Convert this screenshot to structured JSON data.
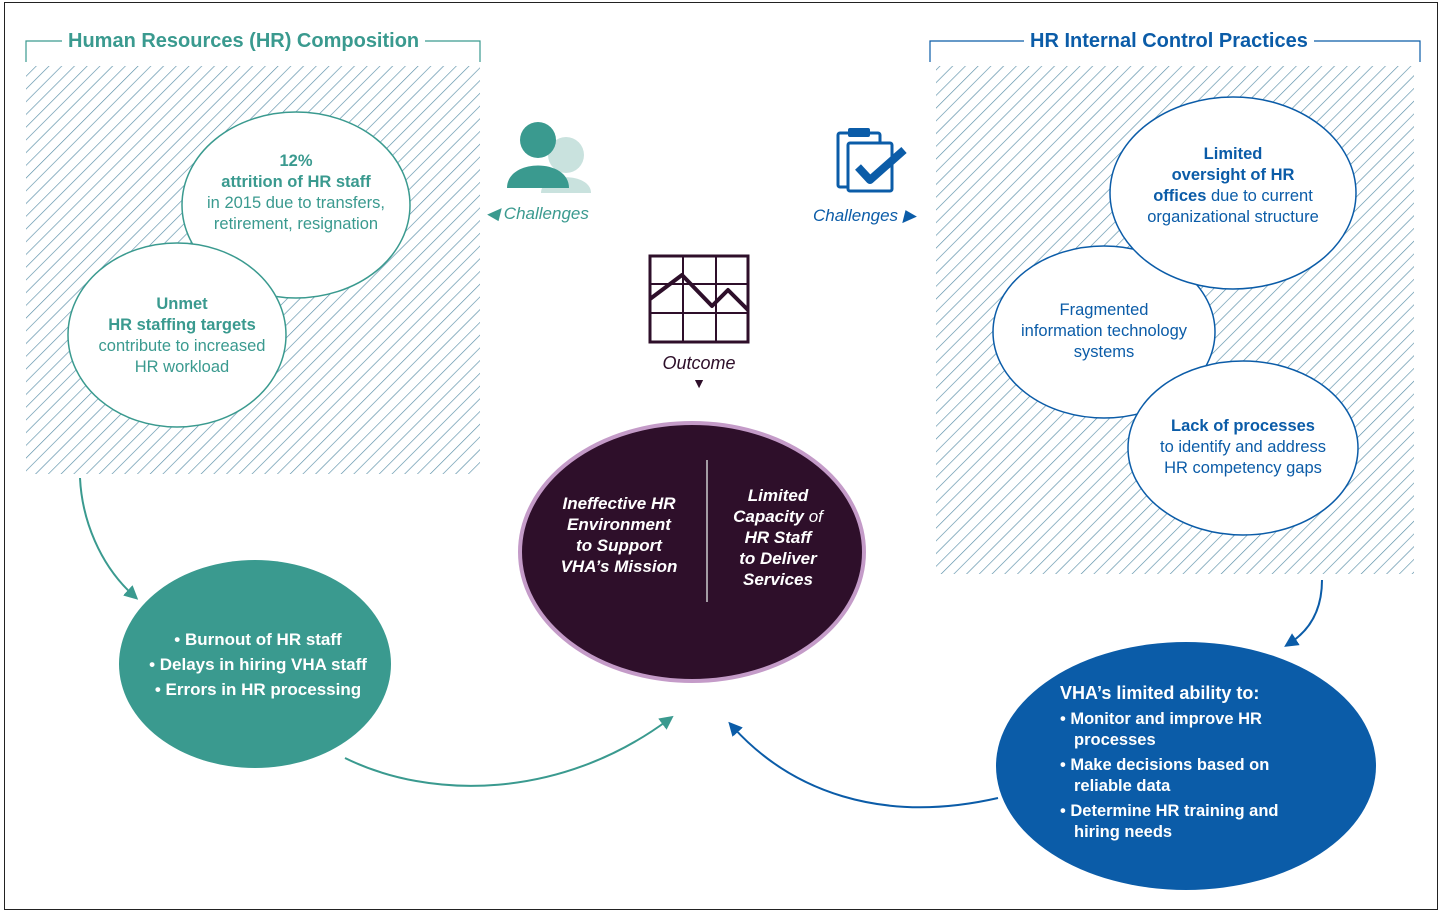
{
  "colors": {
    "teal": "#3a9a8f",
    "teal_dark": "#2e8b80",
    "blue": "#0b5ca8",
    "blue_dark": "#0a4f93",
    "outcome_fill": "#2e0f2a",
    "outcome_border": "#c49bc8",
    "hatch": "#5a8fa8"
  },
  "left_panel": {
    "title": "Human Resources (HR) Composition",
    "bubble_attrition": {
      "line1": "12%",
      "line2": "attrition of HR staff",
      "line3": "in 2015 due to transfers,",
      "line4": "retirement, resignation"
    },
    "bubble_staffing": {
      "line1": "Unmet",
      "line2": "HR staffing targets",
      "line3": "contribute to increased",
      "line4": "HR workload"
    },
    "challenges_label": "◀ Challenges",
    "person_icon": "people-icon"
  },
  "right_panel": {
    "title": "HR Internal Control Practices",
    "bubble_oversight": {
      "line1": "Limited",
      "line2": "oversight of HR",
      "line3_bold": "offices",
      "line3_rest": " due to current",
      "line4": "organizational structure"
    },
    "bubble_it": {
      "line1": "Fragmented",
      "line2": "information technology",
      "line3": "systems"
    },
    "bubble_processes": {
      "line1": "Lack of processes",
      "line2": "to identify and address",
      "line3": "HR competency gaps"
    },
    "challenges_label": "Challenges ▶",
    "clipboard_icon": "clipboard-check-icon"
  },
  "outcome": {
    "label": "Outcome",
    "arrow": "▼",
    "chart_icon": "line-chart-icon",
    "left_col": [
      "Ineffective HR",
      "Environment",
      "to Support",
      "VHA’s Mission"
    ],
    "right_col": {
      "line1": "Limited",
      "line2_bold": "Capacity",
      "line2_rest": " of",
      "line3": "HR Staff",
      "line4": "to Deliver",
      "line5": "Services"
    }
  },
  "teal_effects": {
    "items": [
      "• Burnout of HR staff",
      "• Delays in hiring VHA staff",
      "• Errors in HR processing"
    ]
  },
  "blue_effects": {
    "heading": "VHA’s limited ability to:",
    "items": [
      [
        "• Monitor and improve HR",
        "processes"
      ],
      [
        "• Make decisions based on",
        "reliable data"
      ],
      [
        "• Determine HR training and",
        "hiring needs"
      ]
    ]
  }
}
